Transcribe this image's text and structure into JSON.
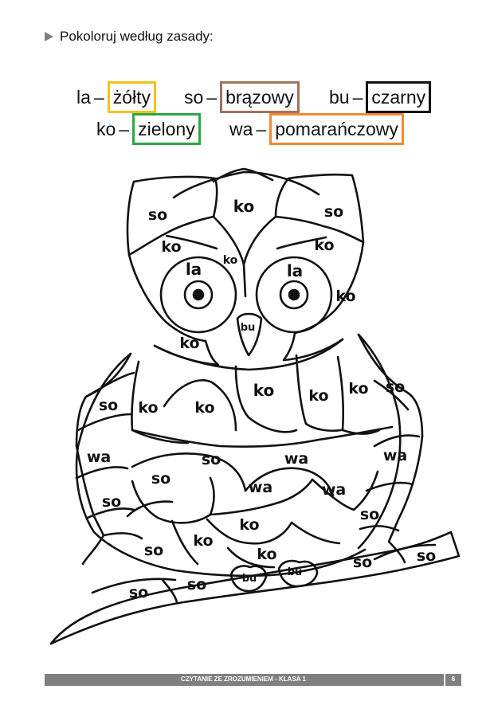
{
  "instruction": {
    "text": "Pokoloruj według zasady:",
    "icon": "play-triangle-icon"
  },
  "legend": [
    {
      "syllable": "la",
      "dash": "–",
      "color_word": "żółty",
      "box_color": "#F2C21B"
    },
    {
      "syllable": "so",
      "dash": "–",
      "color_word": "brązowy",
      "box_color": "#A0735A"
    },
    {
      "syllable": "bu",
      "dash": "–",
      "color_word": "czarny",
      "box_color": "#111111"
    },
    {
      "syllable": "ko",
      "dash": "–",
      "color_word": "zielony",
      "box_color": "#29A745"
    },
    {
      "syllable": "wa",
      "dash": "–",
      "color_word": "pomarańczowy",
      "box_color": "#EE8A31"
    }
  ],
  "owl_labels": [
    "ko",
    "so",
    "so",
    "ko",
    "ko",
    "ko",
    "la",
    "la",
    "ko",
    "bu",
    "ko",
    "ko",
    "ko",
    "ko",
    "ko",
    "ko",
    "so",
    "so",
    "so",
    "wa",
    "wa",
    "so",
    "wa",
    "wa",
    "wa",
    "so",
    "ko",
    "so",
    "so",
    "ko",
    "ko",
    "so",
    "so",
    "bu",
    "bu",
    "so",
    "so"
  ],
  "footer": {
    "title": "CZYTANIE ZE ZROZUMIENIEM - KLASA 1",
    "page": "6"
  }
}
